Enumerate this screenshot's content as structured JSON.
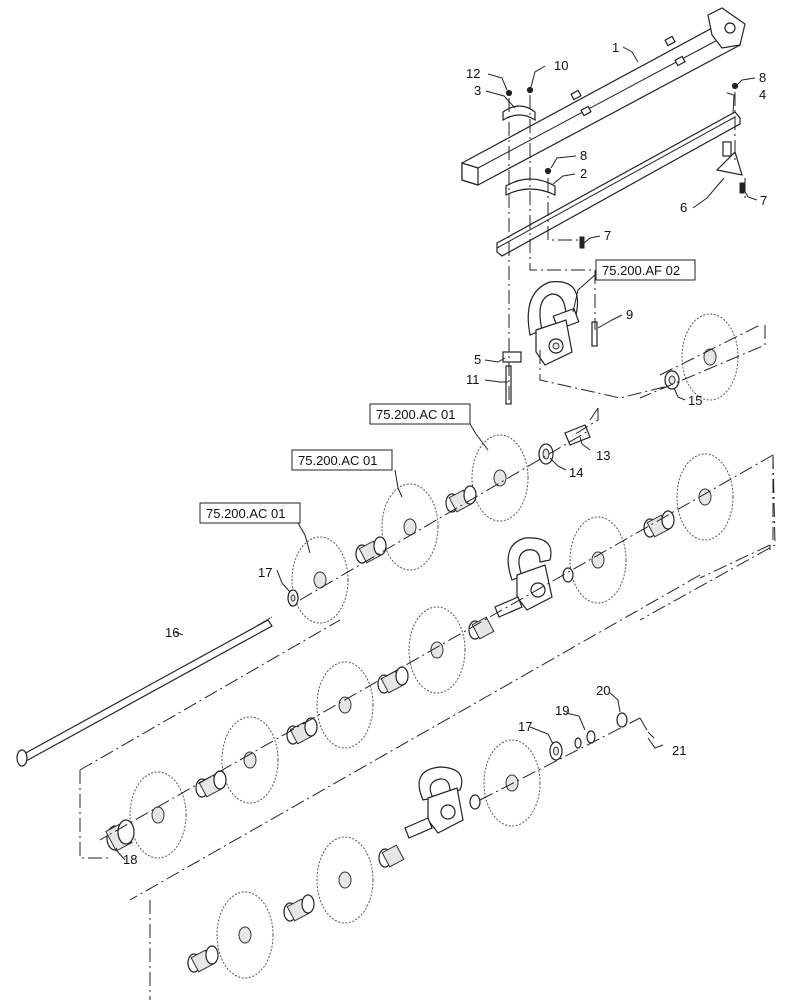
{
  "callouts": {
    "c1": "1",
    "c2": "2",
    "c3": "3",
    "c4": "4",
    "c5": "5",
    "c6": "6",
    "c7a": "7",
    "c7b": "7",
    "c8a": "8",
    "c8b": "8",
    "c9": "9",
    "c10": "10",
    "c11": "11",
    "c12": "12",
    "c13": "13",
    "c14": "14",
    "c15": "15",
    "c16": "16",
    "c17a": "17",
    "c17b": "17",
    "c18": "18",
    "c19": "19",
    "c20": "20",
    "c21": "21"
  },
  "references": {
    "ref_af02": "75.200.AF 02",
    "ref_ac01_a": "75.200.AC 01",
    "ref_ac01_b": "75.200.AC 01",
    "ref_ac01_c": "75.200.AC 01"
  }
}
